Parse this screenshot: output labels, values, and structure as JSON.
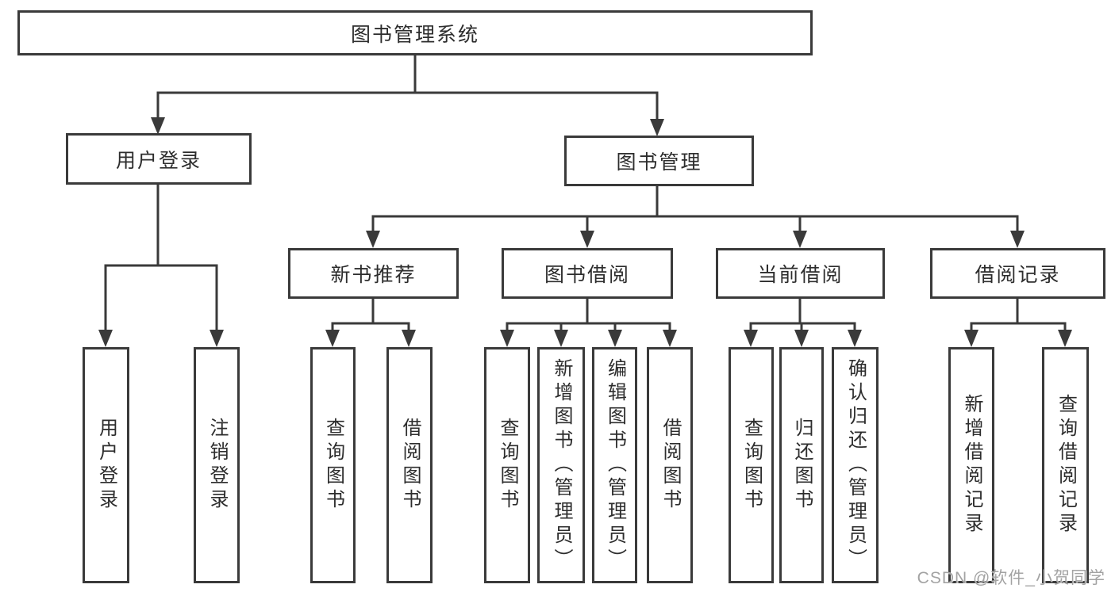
{
  "tree": {
    "label": "图书管理系统",
    "children": [
      {
        "label": "用户登录",
        "children": [
          {
            "label": "用户登录"
          },
          {
            "label": "注销登录"
          }
        ]
      },
      {
        "label": "图书管理",
        "children": [
          {
            "label": "新书推荐",
            "children": [
              {
                "label": "查询图书"
              },
              {
                "label": "借阅图书"
              }
            ]
          },
          {
            "label": "图书借阅",
            "children": [
              {
                "label": "查询图书"
              },
              {
                "label": "新增图书（管理员）"
              },
              {
                "label": "编辑图书（管理员）"
              },
              {
                "label": "借阅图书"
              }
            ]
          },
          {
            "label": "当前借阅",
            "children": [
              {
                "label": "查询图书"
              },
              {
                "label": "归还图书"
              },
              {
                "label": "确认归还（管理员）"
              }
            ]
          },
          {
            "label": "借阅记录",
            "children": [
              {
                "label": "新增借阅记录"
              },
              {
                "label": "查询借阅记录"
              }
            ]
          }
        ]
      }
    ]
  },
  "watermark": "CSDN @软件_小贺同学",
  "colors": {
    "line": "#3a3a3a",
    "text": "#2d2d2d",
    "watermark": "#a3a3a3"
  }
}
